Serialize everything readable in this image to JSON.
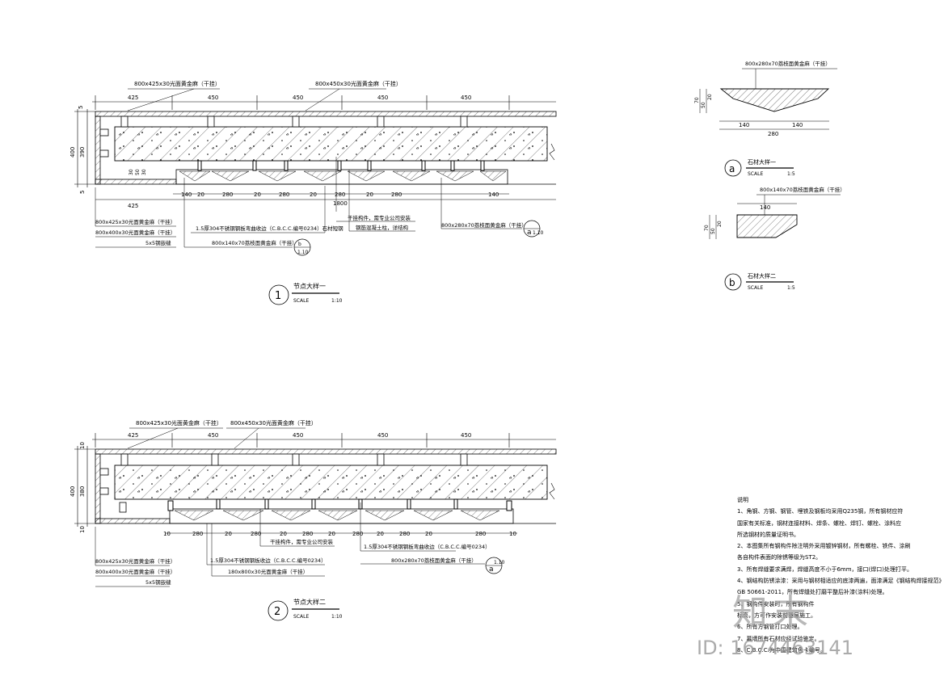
{
  "detail1": {
    "top_labels": [
      "800x425x30光面黄金麻（干挂）",
      "800x450x30光面黄金麻（干挂）"
    ],
    "top_dims": [
      "425",
      "450",
      "450",
      "450",
      "450"
    ],
    "left_dims": [
      "5",
      "390",
      "400",
      "5",
      "30",
      "50",
      "30"
    ],
    "bottom_dims": [
      "140",
      "20",
      "280",
      "20",
      "280",
      "20",
      "280",
      "20",
      "280",
      "140"
    ],
    "row2": [
      "425",
      "1800"
    ],
    "leader_right": [
      "干挂构件，需专业公司安装",
      "钢筋混凝土柱，详结构"
    ],
    "leader_left": [
      "1.5厚304不锈钢钢板弯曲收边（C.B.C.C.编号0234）石材短钢",
      "800x140x70荔枝面黄金麻（干挂）"
    ],
    "leader_far": "800x280x70荔枝面黄金麻（干挂）",
    "side_labels": [
      "800x425x30光面黄金麻（干挂）",
      "800x400x30光面黄金麻（干挂）",
      "5x5钢嵌缝"
    ],
    "ref_a": "a",
    "ref_a_num": "1.10",
    "ref_b": "b",
    "ref_b_num": "1.10",
    "title_num": "1",
    "title": "节点大样一",
    "scale_label": "SCALE",
    "scale": "1:10"
  },
  "detail2": {
    "top_labels": [
      "800x425x30光面黄金麻（干挂）",
      "800x450x30光面黄金麻（干挂）"
    ],
    "top_dims": [
      "425",
      "450",
      "450",
      "450",
      "450"
    ],
    "left_dims": [
      "10",
      "380",
      "400",
      "10"
    ],
    "bottom_dims": [
      "10",
      "280",
      "20",
      "280",
      "20",
      "280",
      "20",
      "280",
      "20",
      "280",
      "20",
      "280",
      "10"
    ],
    "leaders": [
      "干挂构件，需专业公司安装",
      "1.5厚304不锈钢钢板收边（C.B.C.C.编号0234）",
      "180x800x30光面黄金麻（干挂）",
      "1.5厚304不锈钢钢板弯曲收边（C.B.C.C.编号0234）",
      "800x280x70荔枝面黄金麻（干挂）"
    ],
    "side_labels": [
      "800x425x30光面黄金麻（干挂）",
      "800x400x30光面黄金麻（干挂）",
      "5x5钢嵌缝"
    ],
    "ref_a": "a",
    "ref_a_num": "1.10",
    "title_num": "2",
    "title": "节点大样二",
    "scale_label": "SCALE",
    "scale": "1:10"
  },
  "stone1": {
    "top_label": "800x280x70荔枝面黄金麻（干挂）",
    "left_dims": [
      "70",
      "50",
      "20"
    ],
    "bottom_dims": [
      "140",
      "140",
      "280"
    ],
    "circle": "a",
    "title": "石材大样一",
    "scale_label": "SCALE",
    "scale": "1:5"
  },
  "stone2": {
    "top_label": "800x140x70荔枝面黄金麻（干挂）",
    "top_dim": "140",
    "left_dims": [
      "70",
      "50",
      "20"
    ],
    "circle": "b",
    "title": "石材大样二",
    "scale_label": "SCALE",
    "scale": "1:5"
  },
  "notes": {
    "heading": "说明",
    "lines": [
      "1、角钢、方钢、钢管、埋铁及钢板均采用Q235钢，所有钢材应符",
      "国家有关标准，钢材连接材料、焊条、螺栓、焊钉、螺栓、涂料应",
      "所选钢材的质量证明书。",
      "2、本图集所有钢构件除注明外采用镀锌钢材，所有螺栓、铁件、涂刷",
      "各自构件表面的除锈等级为ST2。",
      "3、所有焊缝要求满焊，焊缝高度不小于6mm，接口(焊口)处理打平。",
      "4、钢结构防锈涂漆：采用与钢材相适应的底漆两遍，面漆满足《钢结构焊接规范》",
      "GB 50661-2011，所有焊缝处打磨平整后补漆(涂料)处理。",
      "5、钢构件安装时，所有钢构件",
      "标高，方可作安装前基层施工。",
      "6、所有方钢管打口处理。",
      "7、幕墙所有石材应经试验鉴定。",
      "8、C.B.C.C.为中国建筑色卡编号。"
    ]
  },
  "watermark": {
    "logo": "知末",
    "id": "ID: 1674463141"
  }
}
